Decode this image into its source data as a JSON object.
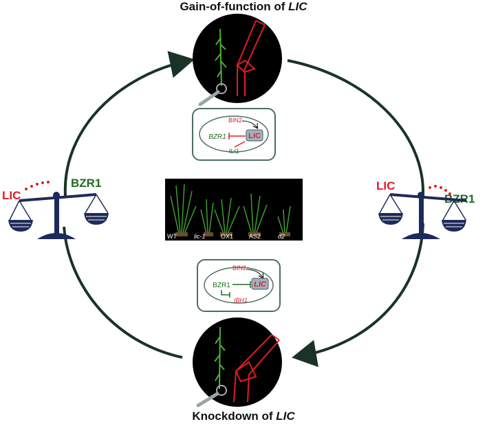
{
  "titles": {
    "top_prefix": "Gain-of-function of ",
    "top_gene": "LIC",
    "bottom_prefix": "Knockdown of ",
    "bottom_gene": "LIC"
  },
  "left_balance": {
    "left_label": "LIC",
    "right_label": "BZR1"
  },
  "right_balance": {
    "left_label": "LIC",
    "right_label": "BZR1"
  },
  "top_model": {
    "kinase": "BIN2",
    "tf": "BZR1",
    "target": "LIC",
    "downstream": "ILI1"
  },
  "bottom_model": {
    "kinase": "BIN2",
    "tf": "BZR1",
    "target": "LIC",
    "downstream": "IBH1"
  },
  "plant_labels": [
    "WT",
    "lic-1",
    "OX1",
    "AS2",
    "d2"
  ],
  "colors": {
    "red": "#e31b23",
    "green": "#1f6b1f",
    "navy": "#1e2a5a",
    "cycle": "#1a3326",
    "box": "#4a6e60"
  }
}
